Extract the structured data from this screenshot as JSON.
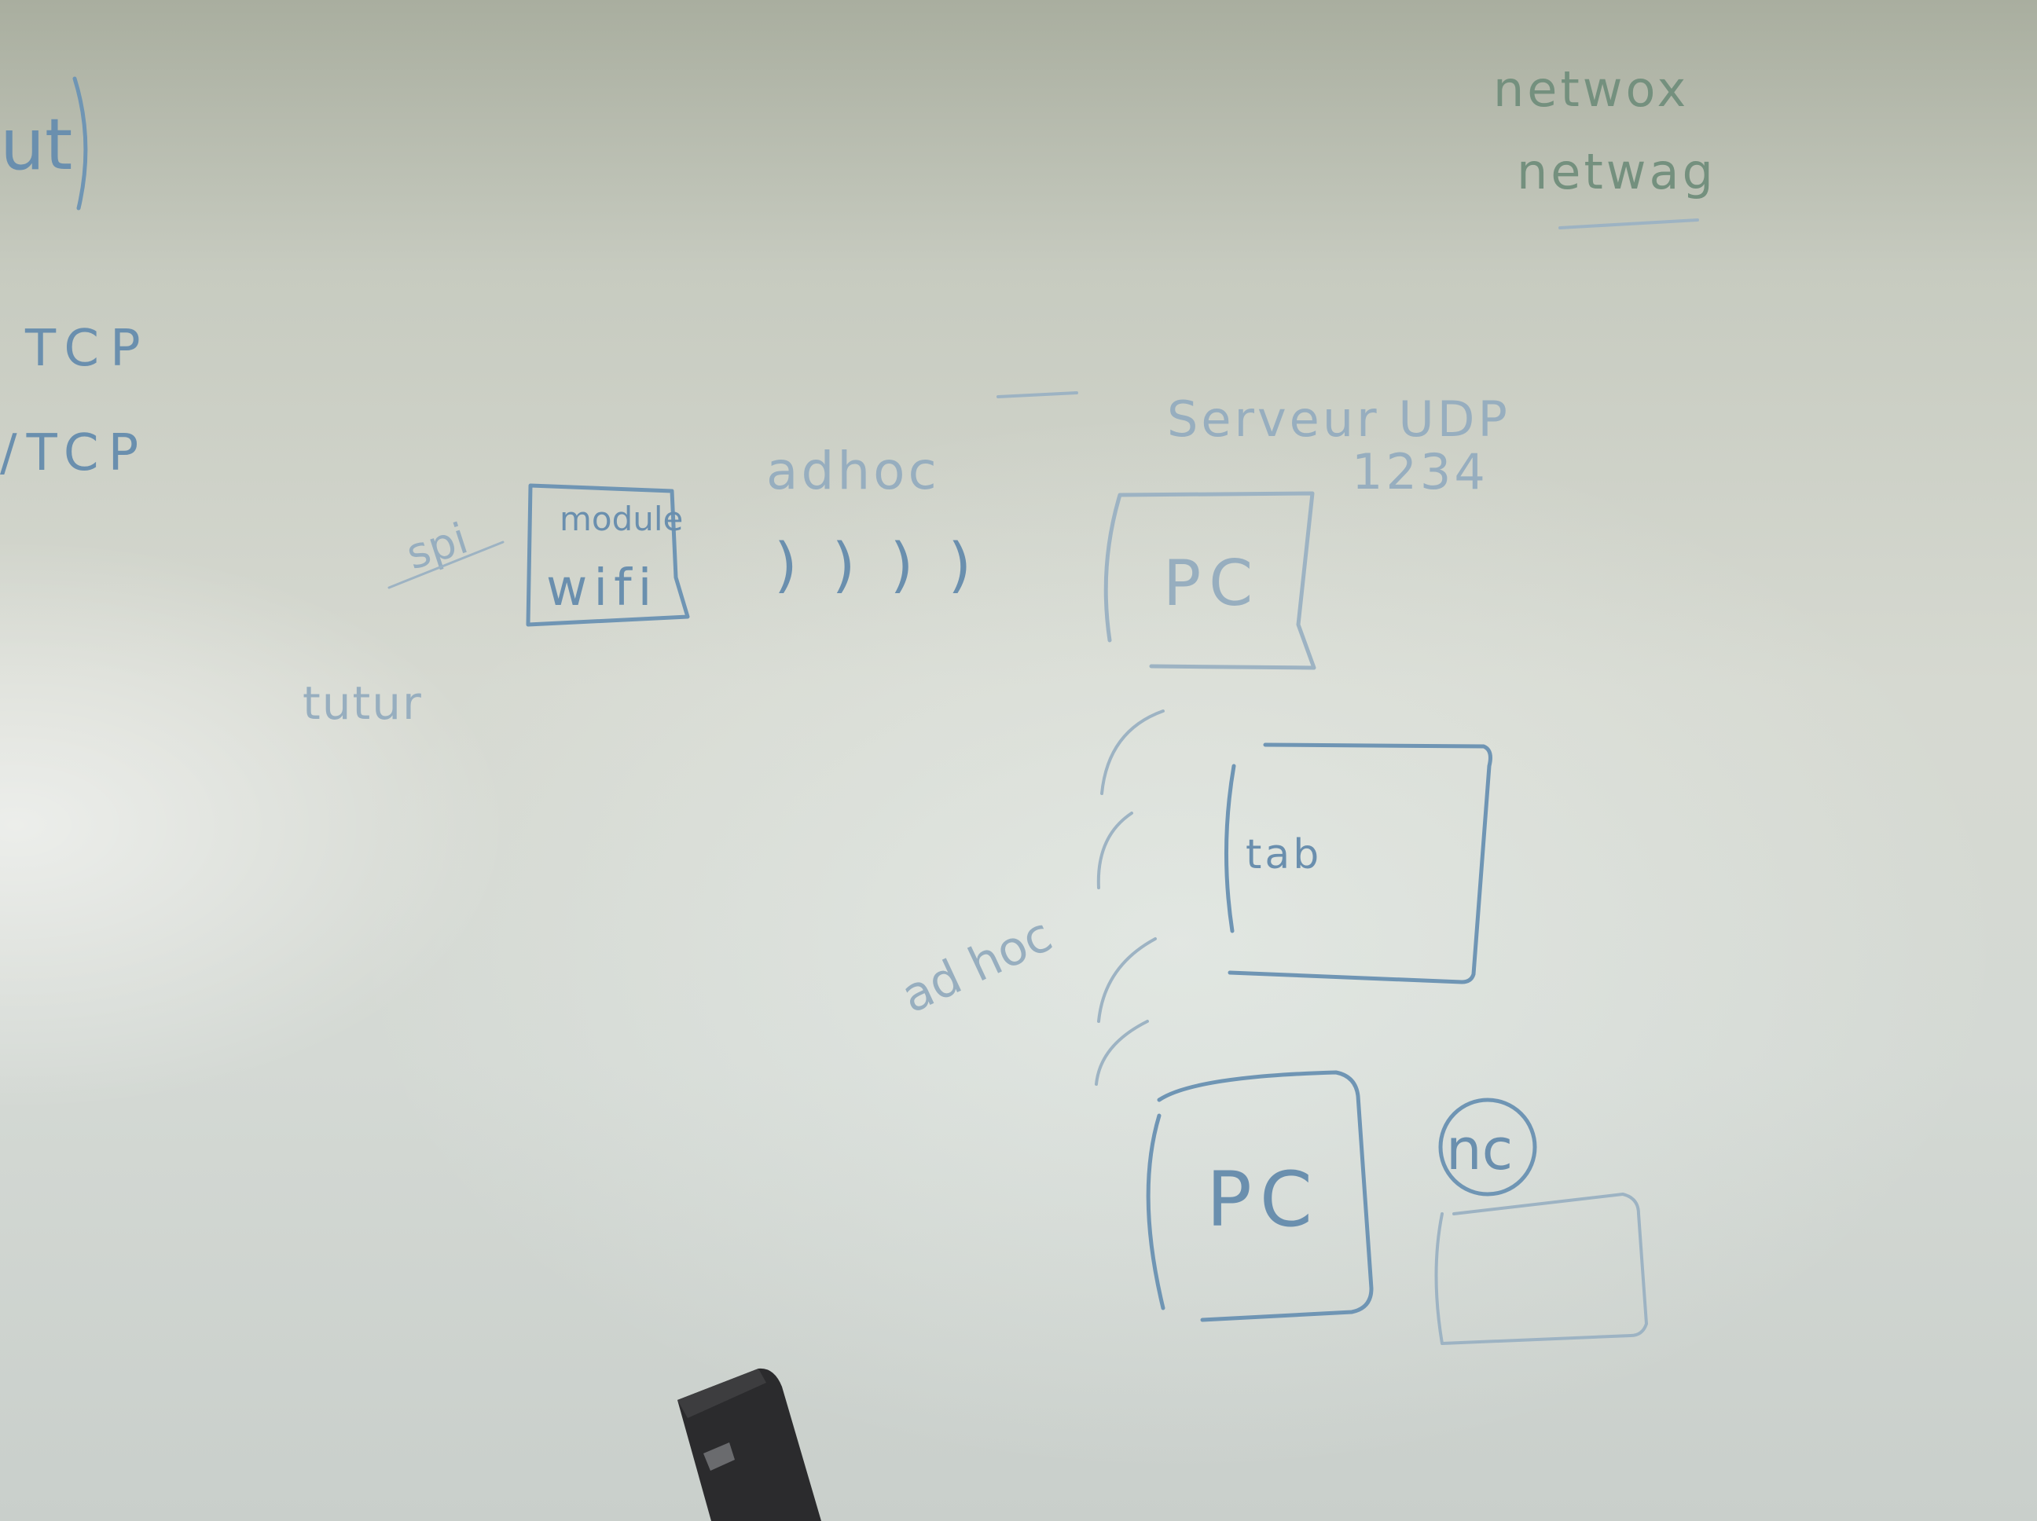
{
  "whiteboard": {
    "top_left": {
      "fragment": "ut",
      "label_tcp": "TCP",
      "label_tcp_slash": "/TCP"
    },
    "top_right": {
      "word_1": "netwox",
      "word_2": "netwag"
    },
    "diagram": {
      "spi_label": "spi",
      "module_label": "module",
      "wifi_label": "wifi",
      "adhoc_top_label": "adhoc",
      "wave_symbols": ") ) )   )",
      "server_label": "Serveur UDP",
      "port_label": "1234",
      "pc_top_label": "PC",
      "faint_label": "tutur",
      "tab_label": "tab",
      "adhoc_lower_label": "ad hoc",
      "pc_bottom_label": "PC",
      "circle_label": "nc"
    }
  },
  "colors": {
    "ink_blue": "#6f95b4",
    "ink_green": "#74907e",
    "board": "#d4d9d2"
  }
}
